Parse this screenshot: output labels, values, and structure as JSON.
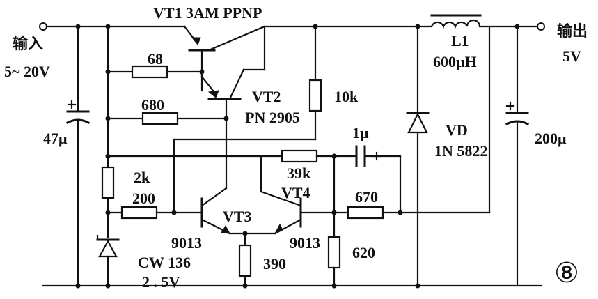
{
  "labels": {
    "input": "输入",
    "input_range": "5~ 20V",
    "c_in": "47μ",
    "output": "输出",
    "output_v": "5V",
    "vt1": "VT1  3AM PPNP",
    "r68": "68",
    "r680": "680",
    "vt2": "VT2",
    "vt2_part": "PN 2905",
    "r10k": "10k",
    "l1": "L1",
    "l1_val": "600μH",
    "vd": "VD",
    "vd_part": "1N 5822",
    "c_out": "200μ",
    "c1u": "1μ",
    "r39k": "39k",
    "vt4": "VT4",
    "r670": "670",
    "r2k": "2k",
    "r200": "200",
    "vt3": "VT3",
    "q_left": "9013",
    "q_right": "9013",
    "r390": "390",
    "r620": "620",
    "zener": "CW 136",
    "zener_v": "2 . 5V",
    "fig_no": "⑧"
  }
}
